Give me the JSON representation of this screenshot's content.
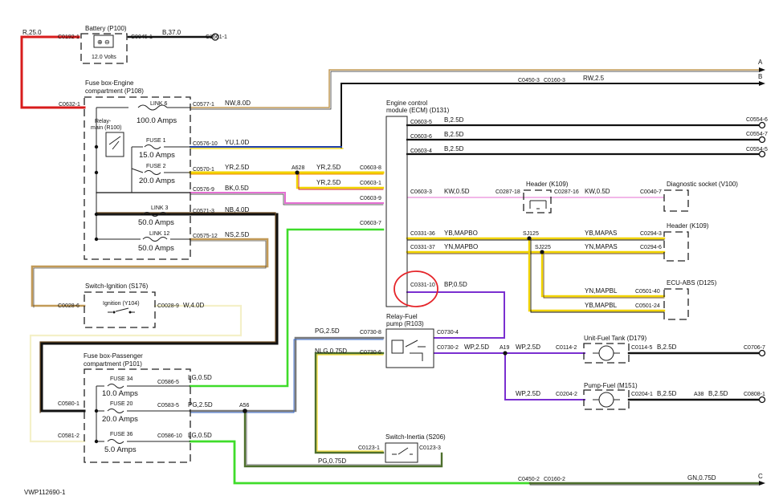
{
  "colors": {
    "red": "#d81c1c",
    "black": "#111111",
    "blue": "#1f3fa8",
    "yellow": "#f2d400",
    "orange": "#f08a00",
    "pink": "#e46fd2",
    "purple": "#7a2fd0",
    "lime": "#3fdc2a",
    "brown": "#6b4a21",
    "tan": "#c29a57",
    "gray": "#7a7a7a",
    "cream": "#f4f0c8",
    "olive": "#4d6f2c",
    "highlight": "#e5252a"
  },
  "components": {
    "battery": {
      "name": "Battery (P100)",
      "rating": "12.0 Volts"
    },
    "fuse_engine": {
      "name1": "Fuse box-Engine",
      "name2": "compartment (P108)"
    },
    "relay_main": {
      "name1": "Relay-",
      "name2": "main (R100)"
    },
    "link6": {
      "name": "LINK 6",
      "amps": "100.0 Amps"
    },
    "fuse1": {
      "name": "FUSE 1",
      "amps": "15.0 Amps"
    },
    "fuse2": {
      "name": "FUSE 2",
      "amps": "20.0 Amps"
    },
    "link3": {
      "name": "LINK 3",
      "amps": "50.0 Amps"
    },
    "link12": {
      "name": "LINK 12",
      "amps": "50.0 Amps"
    },
    "ecm": {
      "name1": "Engine control",
      "name2": "module (ECM) (D131)"
    },
    "header_k109a": {
      "name": "Header (K109)"
    },
    "diag": {
      "name": "Diagnostic socket (V100)"
    },
    "header_k109b": {
      "name": "Header (K109)"
    },
    "ecu_abs": {
      "name": "ECU-ABS (D125)"
    },
    "switch_ign": {
      "name": "Switch-Ignition (S176)",
      "inner": "Ignition (Y104)"
    },
    "relay_fuel": {
      "name1": "Relay-Fuel",
      "name2": "pump (R103)"
    },
    "fuel_tank": {
      "name": "Unit-Fuel Tank (D179)"
    },
    "pump_fuel": {
      "name": "Pump-Fuel (M151)"
    },
    "fuse_pass": {
      "name1": "Fuse box-Passenger",
      "name2": "compartment (P101)"
    },
    "fuse34": {
      "name": "FUSE 34",
      "amps": "10.0 Amps"
    },
    "fuse20": {
      "name": "FUSE 20",
      "amps": "20.0 Amps"
    },
    "fuse36": {
      "name": "FUSE 36",
      "amps": "5.0 Amps"
    },
    "switch_inertia": {
      "name": "Switch-Inertia (S206)"
    }
  },
  "connectors": {
    "c0192_1": "C0192-1",
    "c0045_1": "C0045-1",
    "c1661_1": "C1661-1",
    "c0632_1": "C0632-1",
    "c0577_1": "C0577-1",
    "c0576_10": "C0576-10",
    "c0570_1": "C0570-1",
    "c0576_9": "C0576-9",
    "c0571_3": "C0571-3",
    "c0575_12": "C0575-12",
    "c0450_3": "C0450-3",
    "c0160_3": "C0160-3",
    "c0603_5": "C0603-5",
    "c0603_6": "C0603-6",
    "c0603_4": "C0603-4",
    "c0554_6": "C0554-6",
    "c0554_7": "C0554-7",
    "c0554_5": "C0554-5",
    "a628": "A628",
    "c0603_8": "C0603-8",
    "c0603_1": "C0603-1",
    "c0603_9": "C0603-9",
    "c0603_3": "C0603-3",
    "c0287_18": "C0287-18",
    "c0287_16": "C0287-16",
    "c0040_7": "C0040-7",
    "c0603_7": "C0603-7",
    "c0331_36": "C0331-36",
    "c0331_37": "C0331-37",
    "sj125": "SJ125",
    "sj225": "SJ225",
    "c0294_3": "C0294-3",
    "c0294_6": "C0294-6",
    "c0331_10": "C0331-10",
    "c0501_40": "C0501-40",
    "c0501_24": "C0501-24",
    "c0028_6": "C0028-6",
    "c0028_9": "C0028-9",
    "c0730_8": "C0730-8",
    "c0730_4": "C0730-4",
    "c0730_6": "C0730-6",
    "c0730_2": "C0730-2",
    "a19": "A19",
    "c0114_2": "C0114-2",
    "c0114_5": "C0114-5",
    "c0706_7": "C0706-7",
    "c0204_2": "C0204-2",
    "c0204_1": "C0204-1",
    "a38": "A38",
    "c0808_1": "C0808-1",
    "c0586_5": "C0586-5",
    "c0580_1": "C0580-1",
    "c0583_5": "C0583-5",
    "a56": "A56",
    "c0581_2": "C0581-2",
    "c0586_10": "C0586-10",
    "c0123_1": "C0123-1",
    "c0123_3": "C0123-3",
    "c0450_2": "C0450-2",
    "c0160_2": "C0160-2"
  },
  "wires": {
    "r25": "R,25.0",
    "b37": "B,37.0",
    "nw8": "NW,8.0D",
    "rw25": "RW,2.5",
    "yu1": "YU,1.0D",
    "yr25a": "YR,2.5D",
    "yr25b": "YR,2.5D",
    "yr25c": "YR,2.5D",
    "bk05": "BK,0.5D",
    "nb4": "NB,4.0D",
    "ns25": "NS,2.5D",
    "b25a": "B,2.5D",
    "b25b": "B,2.5D",
    "b25c": "B,2.5D",
    "kw05a": "KW,0.5D",
    "kw05b": "KW,0.5D",
    "yb_mapbo": "YB,MAPBO",
    "yn_mapbo": "YN,MAPBO",
    "yb_mapas": "YB,MAPAS",
    "yn_mapas": "YN,MAPAS",
    "bp05": "BP,0.5D",
    "yn_mapbl": "YN,MAPBL",
    "yb_mapbl": "YB,MAPBL",
    "w4": "W,4.0D",
    "pg25a": "PG,2.5D",
    "nlg075": "NLG,0.75D",
    "wp25a": "WP,2.5D",
    "wp25b": "WP,2.5D",
    "wp25c": "WP,2.5D",
    "b25d": "B,2.5D",
    "b25e": "B,2.5D",
    "b25f": "B,2.5D",
    "lg05a": "LG,0.5D",
    "pg25b": "PG,2.5D",
    "lg05b": "LG,0.5D",
    "pg075": "PG,0.75D",
    "gn075": "GN,0.75D"
  },
  "labels": {
    "a": "A",
    "b": "B",
    "c": "C",
    "ref": "VWP112690-1"
  }
}
